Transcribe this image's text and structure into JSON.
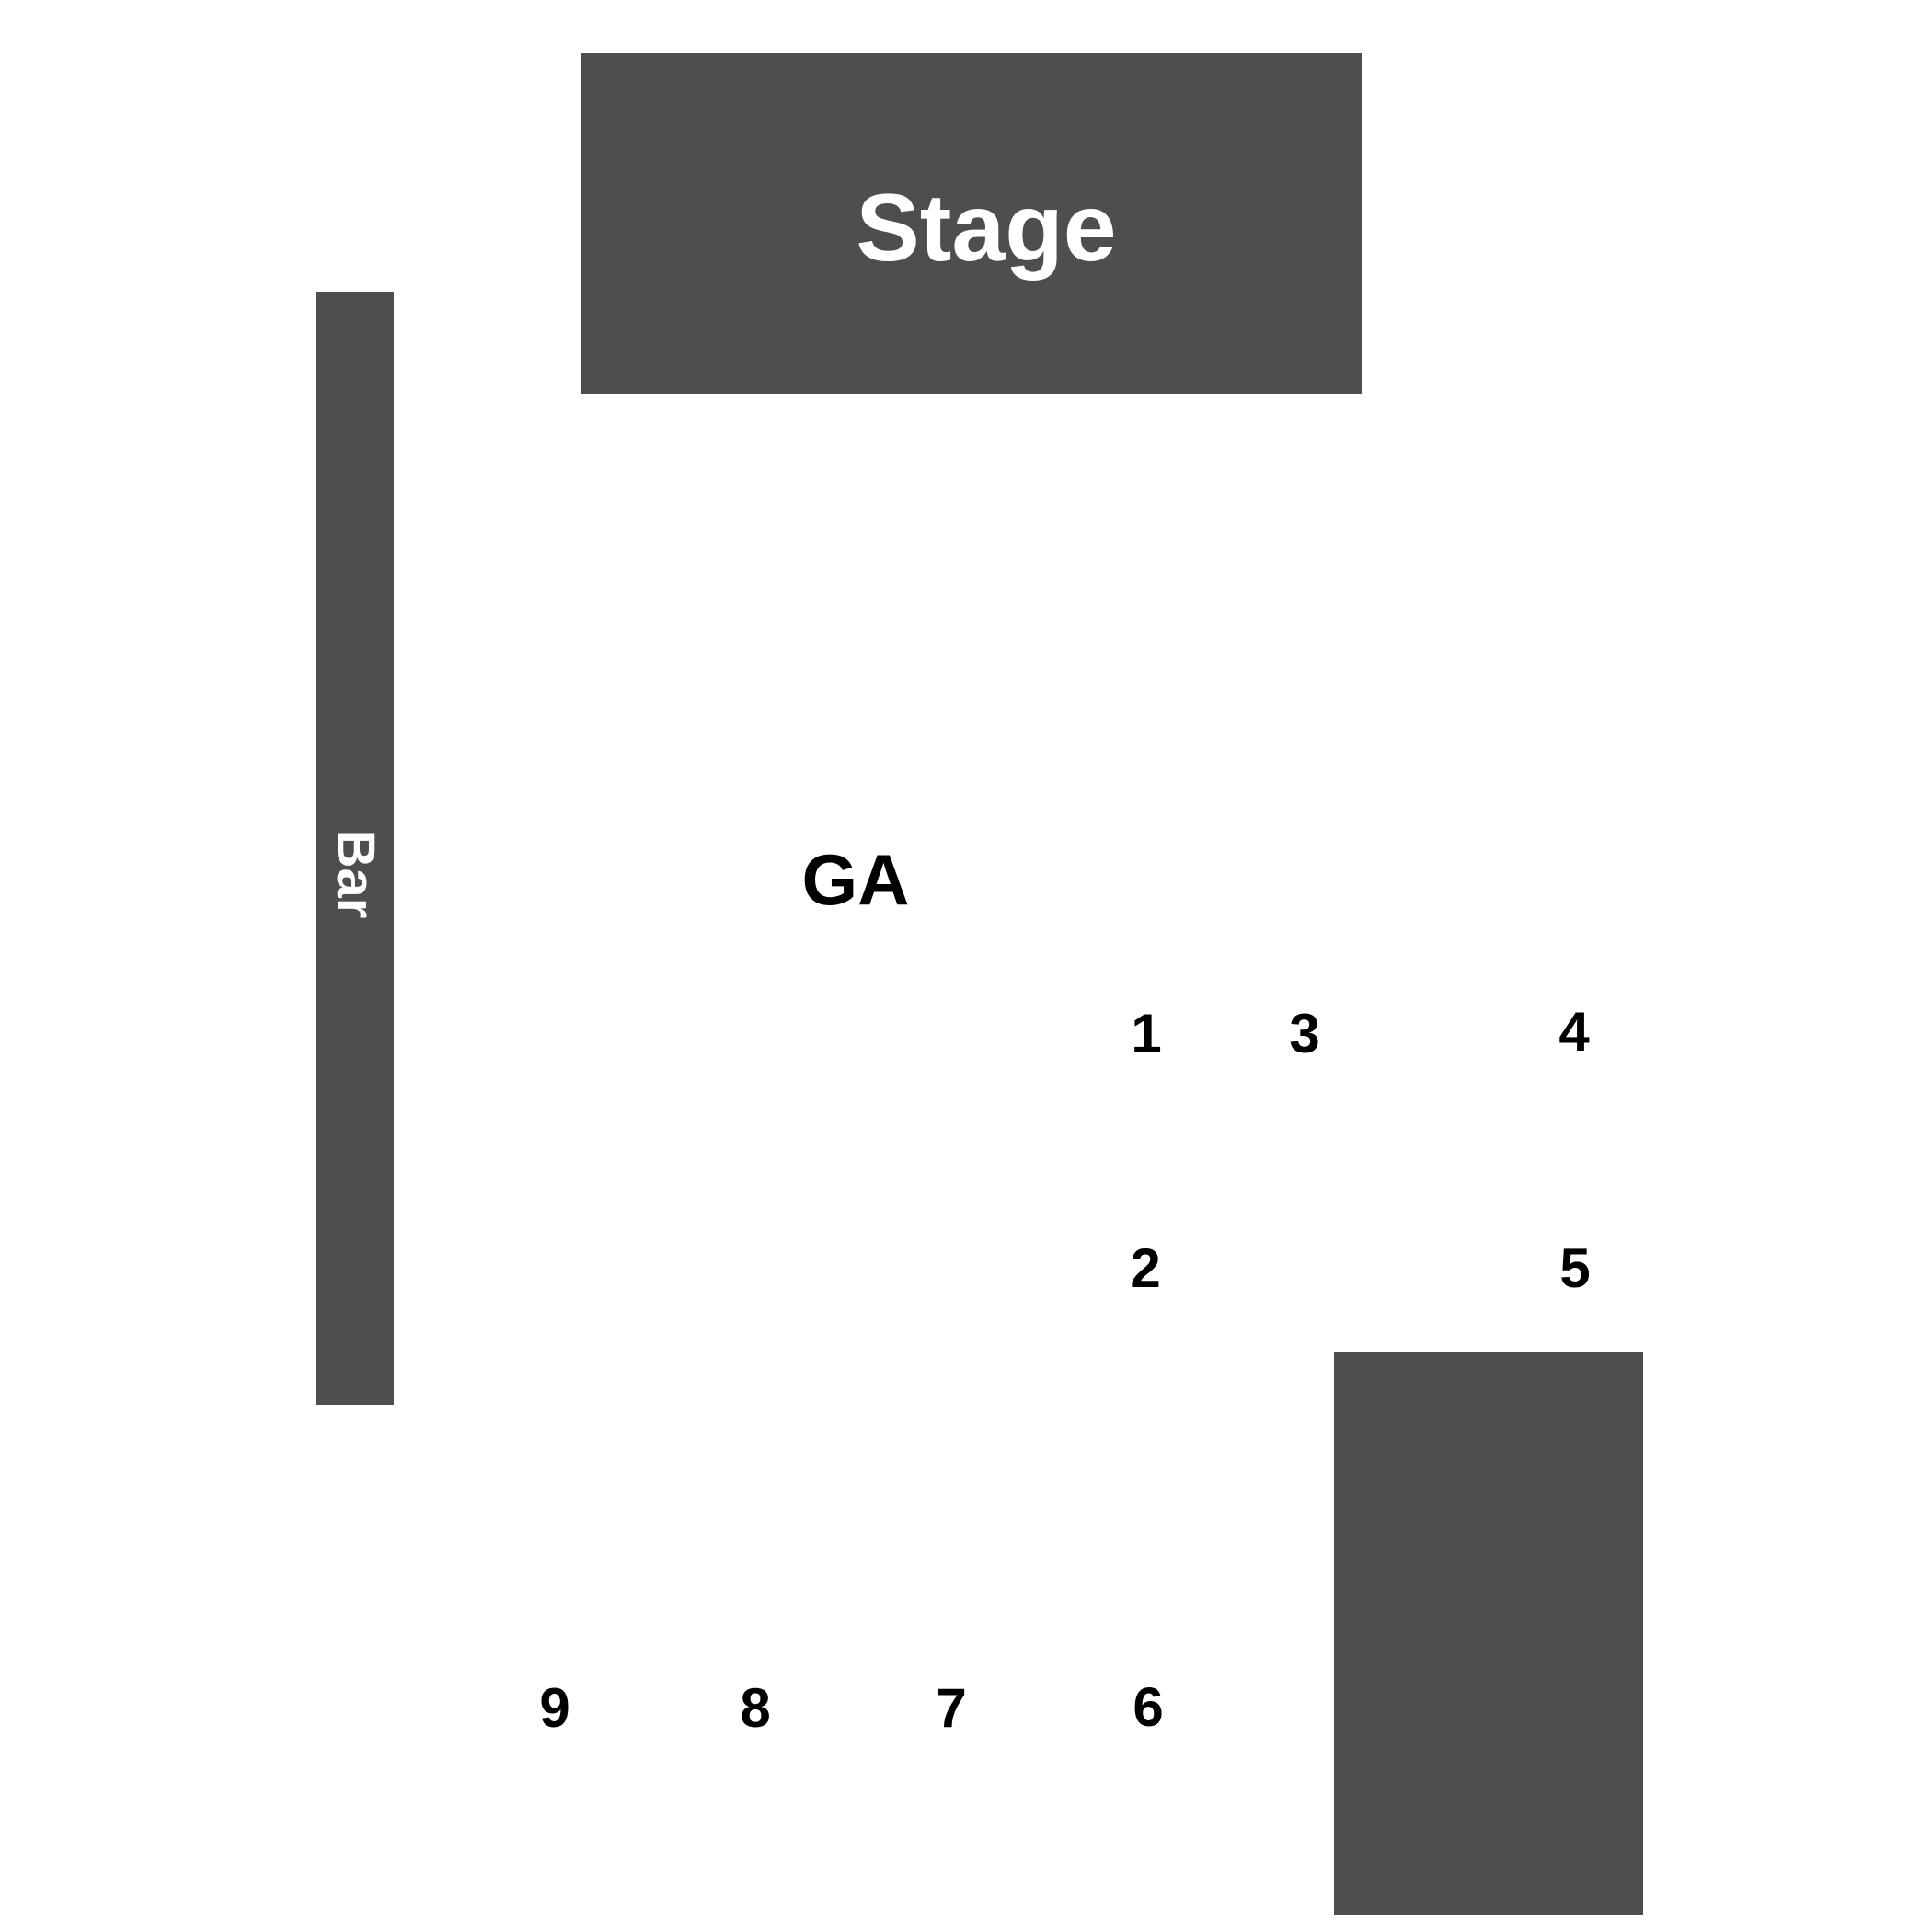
{
  "venue_map": {
    "stage": {
      "label": "Stage"
    },
    "bar": {
      "label": "Bar"
    },
    "general_admission": {
      "label": "GA"
    },
    "sections": [
      "1",
      "2",
      "3",
      "4",
      "5",
      "6",
      "7",
      "8",
      "9"
    ],
    "colors": {
      "block_fill": "#4e4e4e",
      "background": "#ffffff",
      "label_dark": "#000000",
      "label_light": "#ffffff"
    }
  }
}
